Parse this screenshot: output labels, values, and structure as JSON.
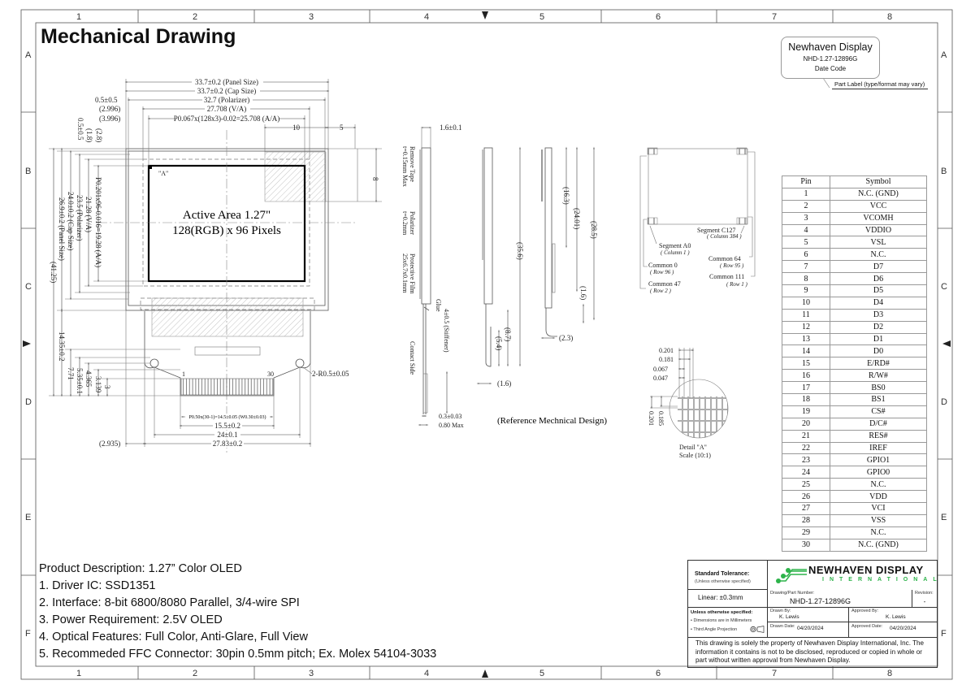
{
  "title": "Mechanical Drawing",
  "ruler": {
    "columns": [
      "1",
      "2",
      "3",
      "4",
      "5",
      "6",
      "7",
      "8"
    ],
    "rows": [
      "A",
      "B",
      "C",
      "D",
      "E",
      "F"
    ]
  },
  "part_label": {
    "brand": "Newhaven Display",
    "part": "NHD-1.27-12896G",
    "date_code": "Date Code",
    "note": "Part Label (type/format may vary)"
  },
  "front_view": {
    "active_area_line1": "Active Area 1.27\"",
    "active_area_line2": "128(RGB) x 96 Pixels",
    "detail_marker": "\"A\"",
    "top_dims": {
      "panel": "33.7±0.2 (Panel Size)",
      "cap": "33.7±0.2 (Cap Size)",
      "polarizer": "32.7 (Polarizer)",
      "polarizer_offset": "0.5±0.5",
      "va": "27.708 (V/A)",
      "va_offset": "(2.996)",
      "aa": "P0.067x(128x3)-0.02=25.708 (A/A)",
      "aa_offset": "(3.996)",
      "hatch_w": "10",
      "hatch_gap": "5",
      "hatch_h": "8"
    },
    "left_dims": {
      "pol_offset": "0.5±0.5",
      "va_offset": "(1.8)",
      "aa_offset": "(2.8)",
      "aa": "P0.201x96-0.016=19.28 (A/A)",
      "va": "21.28 (V/A)",
      "polarizer": "23.5 (Polarizer)",
      "cap": "24.0±0.2 (Cap Size)",
      "panel": "26.9±0.2 (Panel Size)",
      "total": "(41.25)",
      "fpc": "14.35±0.2",
      "d1": "7.71",
      "d2": "5.35±0.1",
      "d3": "4.365",
      "d4": "3.139",
      "d5": "3"
    },
    "bottom_dims": {
      "pitch": "P0.50x(30-1)=14.5±0.05 (W0.30±0.03)",
      "d155": "15.5±0.2",
      "d24": "24±0.1",
      "d2783": "27.83±0.2",
      "offset": "(2.935)",
      "radius": "2-R0.5±0.05",
      "pin1": "1",
      "pin30": "30"
    }
  },
  "side_view": {
    "thickness": "1.6±0.1",
    "remove_tape": "Remove Tape",
    "remove_tape_t": "t=0.15mm Max",
    "polarizer": "Polarizer",
    "polarizer_t": "t=0.2mm",
    "film": "Protective Film",
    "film_size": "25x6.7x0.1mm",
    "glue": "Glue",
    "stiffener": "4±0.5 (Stiffener)",
    "contact": "Contact Side",
    "fpc_t": "0.3±0.03",
    "max_t": "0.80 Max",
    "d356": "(35.6)",
    "d87": "(8.7)",
    "d54": "(5.4)",
    "d16a": "(1.6)",
    "d163": "(16.3)",
    "d2401": "(24.01)",
    "d285": "(28.5)",
    "d16b": "(1.6)",
    "d23": "(2.3)",
    "reference": "(Reference Mechnical Design)"
  },
  "corner_view": {
    "seg_c127": "Segment C127",
    "seg_c127_sub": "( Column 384 )",
    "seg_a0": "Segment A0",
    "seg_a0_sub": "( Column 1 )",
    "com0": "Common 0",
    "com0_sub": "( Row 96 )",
    "com47": "Common 47",
    "com47_sub": "( Row 2 )",
    "com64": "Common 64",
    "com64_sub": "( Row 95 )",
    "com111": "Common 111",
    "com111_sub": "( Row 1 )"
  },
  "detail_a": {
    "d1": "0.201",
    "d2": "0.181",
    "d3": "0.067",
    "d4": "0.047",
    "v1": "0.201",
    "v2": "0.185",
    "name": "Detail \"A\"",
    "scale": "Scale (10:1)"
  },
  "pin_table": {
    "headers": [
      "Pin",
      "Symbol"
    ],
    "rows": [
      [
        "1",
        "N.C. (GND)"
      ],
      [
        "2",
        "VCC"
      ],
      [
        "3",
        "VCOMH"
      ],
      [
        "4",
        "VDDIO"
      ],
      [
        "5",
        "VSL"
      ],
      [
        "6",
        "N.C."
      ],
      [
        "7",
        "D7"
      ],
      [
        "8",
        "D6"
      ],
      [
        "9",
        "D5"
      ],
      [
        "10",
        "D4"
      ],
      [
        "11",
        "D3"
      ],
      [
        "12",
        "D2"
      ],
      [
        "13",
        "D1"
      ],
      [
        "14",
        "D0"
      ],
      [
        "15",
        "E/RD#"
      ],
      [
        "16",
        "R/W#"
      ],
      [
        "17",
        "BS0"
      ],
      [
        "18",
        "BS1"
      ],
      [
        "19",
        "CS#"
      ],
      [
        "20",
        "D/C#"
      ],
      [
        "21",
        "RES#"
      ],
      [
        "22",
        "IREF"
      ],
      [
        "23",
        "GPIO1"
      ],
      [
        "24",
        "GPIO0"
      ],
      [
        "25",
        "N.C."
      ],
      [
        "26",
        "VDD"
      ],
      [
        "27",
        "VCI"
      ],
      [
        "28",
        "VSS"
      ],
      [
        "29",
        "N.C."
      ],
      [
        "30",
        "N.C. (GND)"
      ]
    ]
  },
  "description": [
    "Product Description: 1.27” Color OLED",
    "1. Driver IC: SSD1351",
    "2. Interface: 8-bit 6800/8080 Parallel, 3/4-wire SPI",
    "3. Power Requirement: 2.5V OLED",
    "4. Optical Features: Full Color, Anti-Glare, Full View",
    "5. Recommeded FFC Connector: 30pin 0.5mm pitch; Ex. Molex 54104-3033"
  ],
  "title_block": {
    "tolerance_title": "Standard Tolerance:",
    "tolerance_sub": "(Unless otherwise specified)",
    "linear": "Linear:   ±0.3mm",
    "logo_main": "NEWHAVEN DISPLAY",
    "logo_sub": "INTERNATIONAL",
    "brand_color": "#2db34a",
    "part_number_caption": "Drawing/Part Number:",
    "part_number": "NHD-1.27-12896G",
    "revision_caption": "Revision:",
    "revision": "-",
    "unless": "Unless otherwise specified:",
    "bullet1": "• Dimensions are in Millimeters",
    "bullet2": "• Third Angle Projection",
    "drawn_by_caption": "Drawn By:",
    "drawn_by": "K. Lewis",
    "approved_by_caption": "Approved By:",
    "approved_by": "K. Lewis",
    "drawn_date_caption": "Drawn Date:",
    "drawn_date": "04/20/2024",
    "approved_date_caption": "Approved Date:",
    "approved_date": "04/20/2024",
    "notice": "This drawing is solely the property of Newhaven Display International, Inc. The information it contains is not to be disclosed, reproduced or copied in whole or part without written approval from Newhaven Display."
  }
}
